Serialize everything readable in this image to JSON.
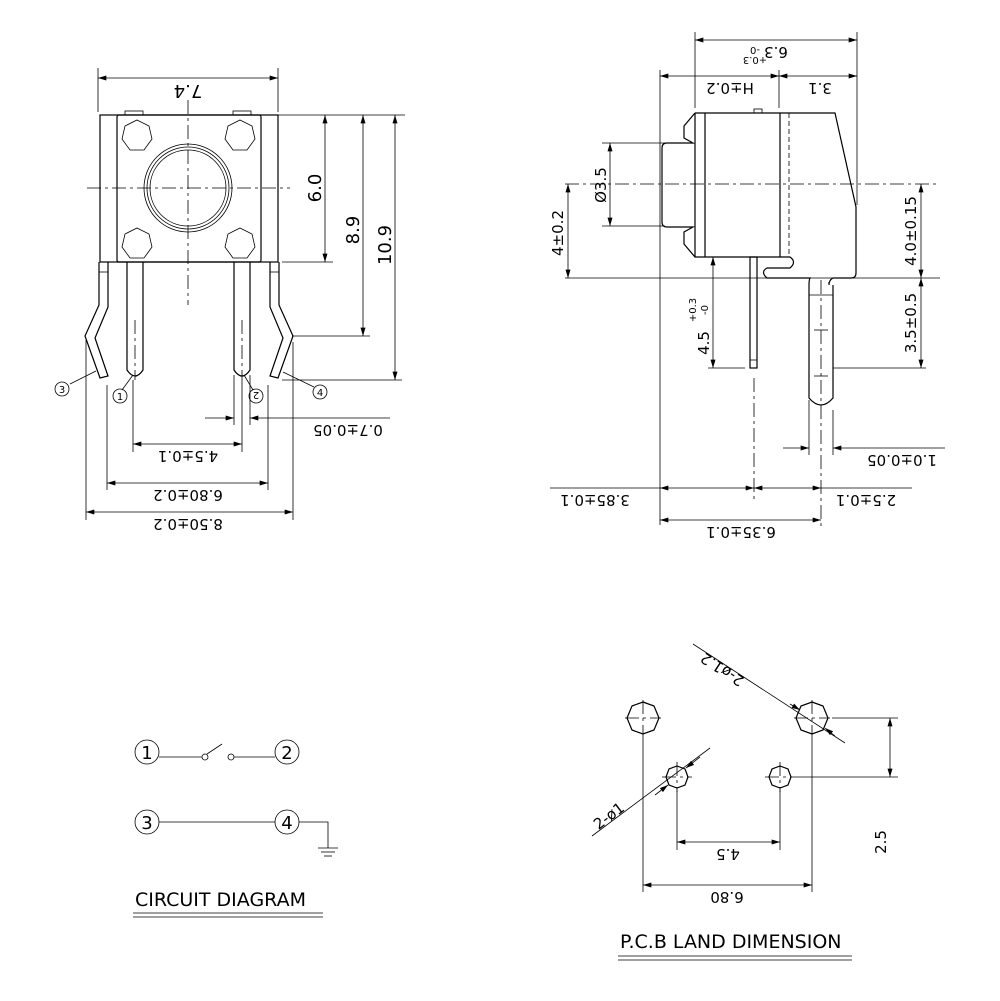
{
  "front_view": {
    "width": "7.4",
    "height_body": "6.0",
    "height_bend": "8.9",
    "height_total": "10.9",
    "pin_width": "0.7±0.05",
    "pin_pitch": "4.5±0.1",
    "inner_span": "6.80±0.2",
    "outer_span": "8.50±0.2",
    "pins": [
      "1",
      "2",
      "3",
      "4"
    ]
  },
  "side_view": {
    "total_depth": "6.3",
    "total_depth_tol": "+0.3 -0",
    "total_depth_tol_plus": "+0.3",
    "total_depth_tol_minus": "-0",
    "h": "H±0.2",
    "rear": "3.1",
    "diameter": "Ø3.5",
    "center_height": "4±0.2",
    "pin_length": "4.5",
    "pin_length_tol_plus": "+0.3",
    "pin_length_tol_minus": "-0",
    "center_height_right": "4.0±0.15",
    "leg_length": "3.5±0.5",
    "leg_width": "1.0±0.05",
    "offset_a": "3.85±0.1",
    "offset_b": "2.5±0.1",
    "pin_span": "6.35±0.1"
  },
  "circuit": {
    "title": "CIRCUIT DIAGRAM",
    "nodes": [
      "1",
      "2",
      "3",
      "4"
    ]
  },
  "pcb": {
    "title": "P.C.B LAND DIMENSION",
    "large_holes": "2-ø1.2",
    "small_holes": "2-ø1",
    "pitch_small": "4.5",
    "pitch_large": "6.80",
    "vertical": "2.5"
  }
}
